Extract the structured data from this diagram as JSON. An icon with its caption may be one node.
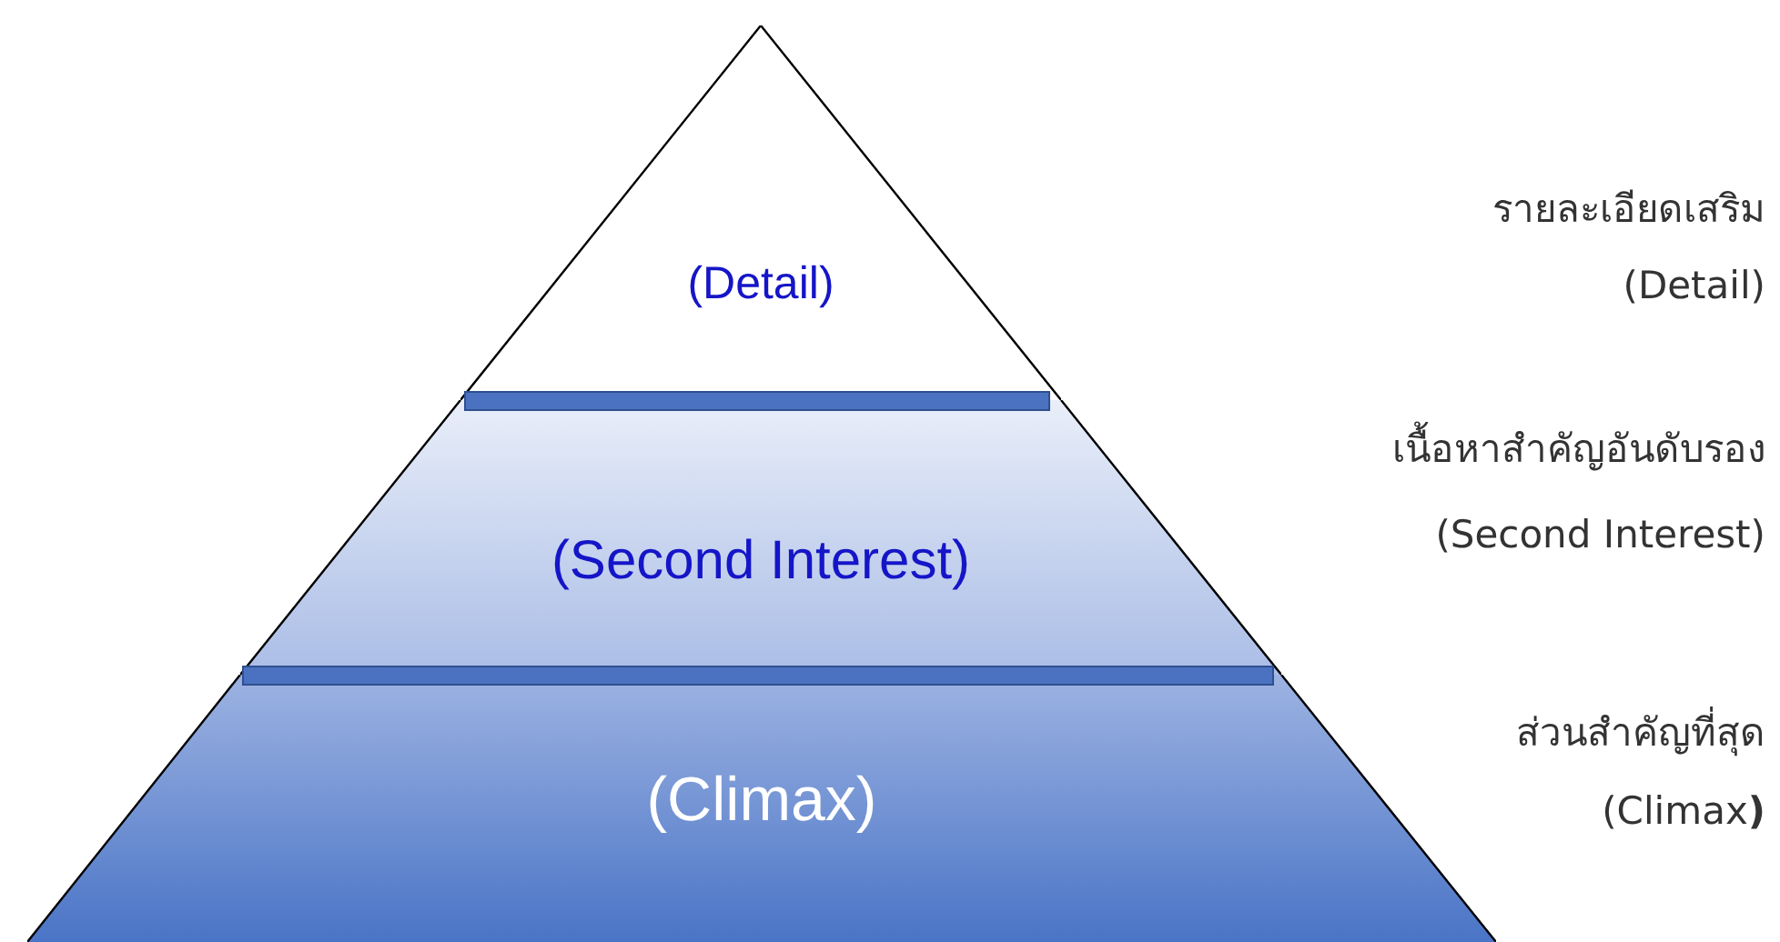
{
  "diagram": {
    "nodes": [
      {
        "text": [
          "(Detail)"
        ],
        "beside": [
          "รายละเอียดเสริม",
          "(Detail)"
        ]
      },
      {
        "text": [
          "(Second Interest)"
        ],
        "beside": [
          "เนื้อหาสำคัญอันดับรอง",
          "(Second Interest)"
        ]
      },
      {
        "text": [
          "(Climax)"
        ],
        "beside": [
          "ส่วนสำคัญที่สุด",
          "(Climax**)**"
        ]
      }
    ]
  }
}
